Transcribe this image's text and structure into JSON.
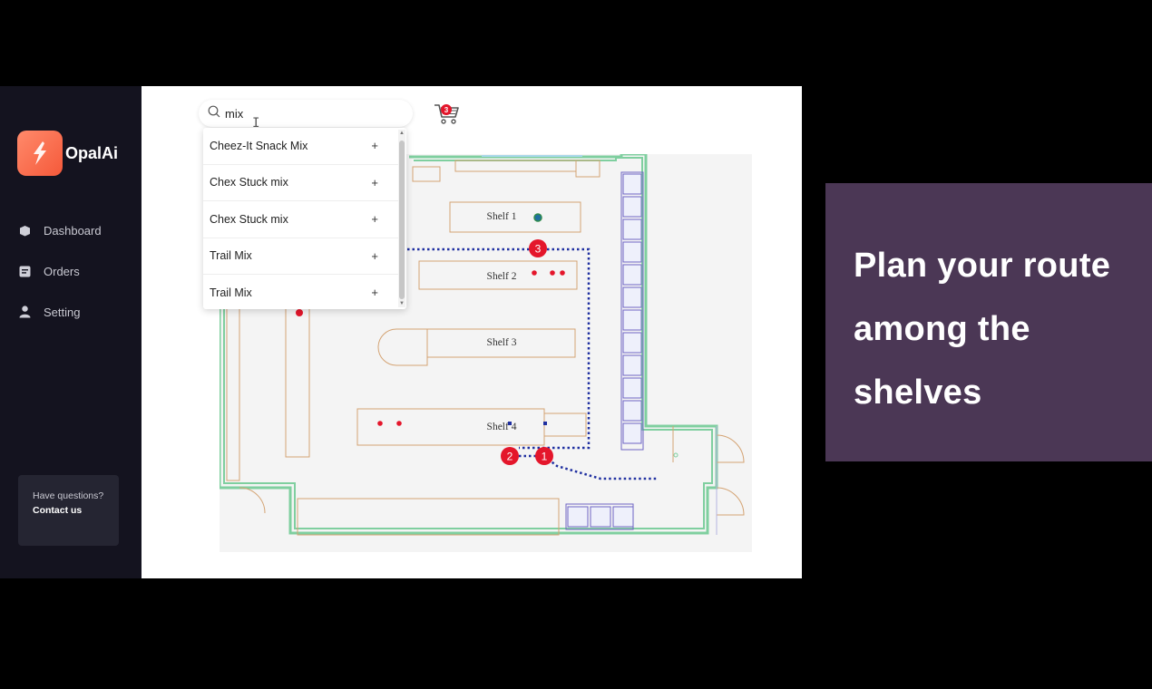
{
  "brand": {
    "name": "OpalAi",
    "logo_icon": "bird-icon",
    "accent": "#f5593a"
  },
  "nav": [
    {
      "label": "Dashboard",
      "icon": "box-icon"
    },
    {
      "label": "Orders",
      "icon": "document-icon"
    },
    {
      "label": "Setting",
      "icon": "user-icon"
    }
  ],
  "help": {
    "question": "Have questions?",
    "contact": "Contact us"
  },
  "search": {
    "value": "mix",
    "icon": "search-icon"
  },
  "cart": {
    "count": "3",
    "icon": "cart-icon"
  },
  "dropdown": {
    "items": [
      {
        "label": "Cheez-It Snack Mix",
        "action": "+"
      },
      {
        "label": "Chex Stuck mix",
        "action": "+"
      },
      {
        "label": "Chex Stuck mix",
        "action": "+"
      },
      {
        "label": "Trail Mix",
        "action": "+"
      },
      {
        "label": "Trail Mix",
        "action": "+"
      }
    ]
  },
  "map": {
    "shelves": [
      "Shelf 1",
      "Shelf 2",
      "Shelf 3",
      "Shelf 4"
    ],
    "stops": [
      "1",
      "2",
      "3"
    ],
    "colors": {
      "walls": "#7fcf9f",
      "shelf": "#d4a373",
      "route": "#1f2fa0",
      "stop": "#e4162b",
      "coolers": "#6e64c4"
    }
  },
  "promo": {
    "line1": "Plan your route",
    "line2": "among the",
    "line3": "shelves"
  }
}
